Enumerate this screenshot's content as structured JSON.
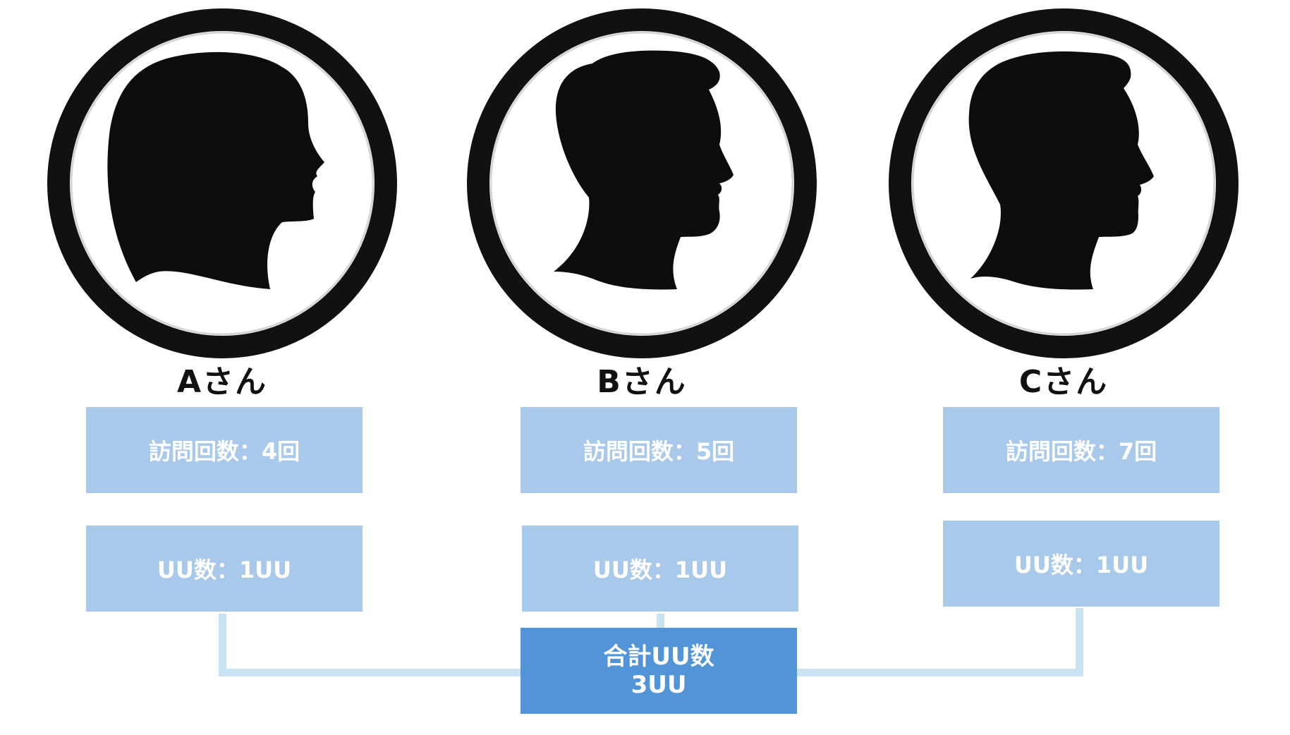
{
  "people": [
    {
      "name": "Aさん",
      "visits": "訪問回数：4回",
      "uu": "UU数：1UU",
      "profile": "female-head-silhouette-icon"
    },
    {
      "name": "Bさん",
      "visits": "訪問回数：5回",
      "uu": "UU数：1UU",
      "profile": "male-head-silhouette-icon"
    },
    {
      "name": "Cさん",
      "visits": "訪問回数：7回",
      "uu": "UU数：1UU",
      "profile": "male-short-hair-head-silhouette-icon"
    }
  ],
  "total": {
    "label": "合計UU数",
    "value": "3UU"
  },
  "colors": {
    "box": "#a8c9ea",
    "total": "#5294d8",
    "connector": "#c8e3f4",
    "silhouette": "#0d0d0d"
  }
}
